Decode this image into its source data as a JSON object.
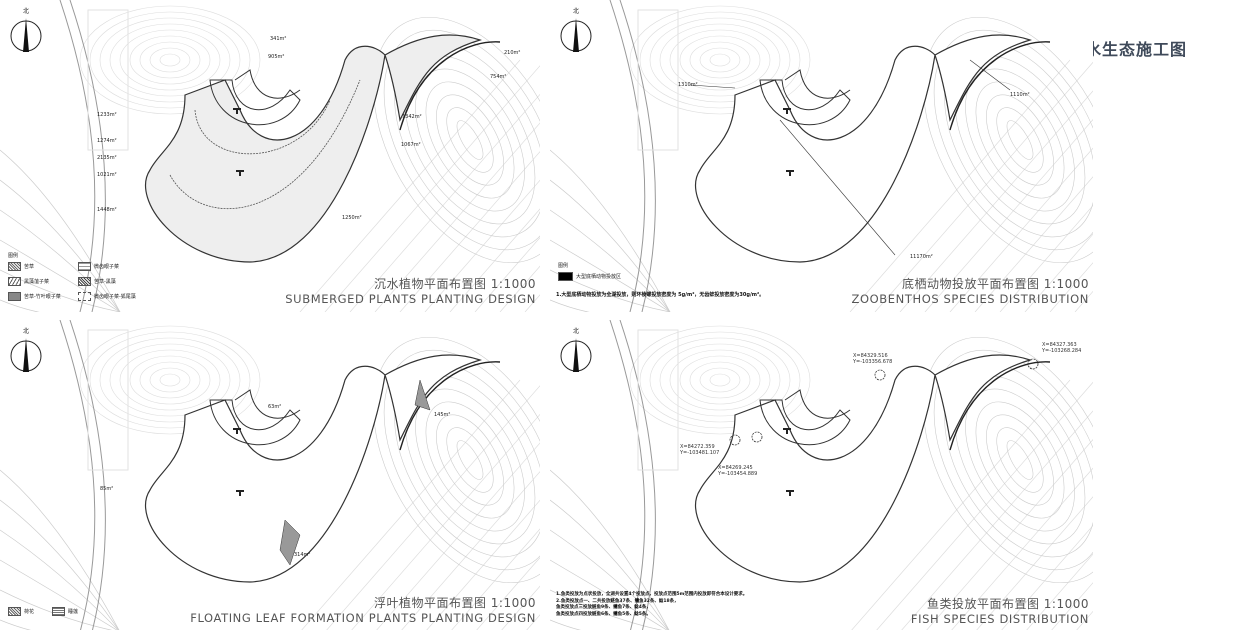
{
  "title": "水生态施工图",
  "north_label": "北",
  "panels": [
    {
      "zh": "沉水植物平面布置图 1:1000",
      "en": "SUBMERGED PLANTS PLANTING DESIGN",
      "legend_title": "图例",
      "legend": [
        "苦草",
        "黑藻菹子菜",
        "苦草-竹叶眼子菜",
        "微齿眼子菜",
        "苦草-黑藻",
        "微齿眼子菜-狐尾藻"
      ],
      "areas": [
        "341m²",
        "905m²",
        "1233m²",
        "1274m²",
        "2135m²",
        "1021m²",
        "1448m²",
        "1342m²",
        "1067m²",
        "1250m²",
        "210m²",
        "754m²"
      ]
    },
    {
      "zh": "底栖动物投放平面布置图 1:1000",
      "en": "ZOOBENTHOS SPECIES DISTRIBUTION",
      "legend_title": "图例",
      "legend": [
        "大型底栖动物投放区"
      ],
      "note": "1.大型底栖动物投放为全湖投放，则环棱螺投放密度为 5g/m²，无齿蚌投放密度为30g/m²。",
      "areas": [
        "1310m²",
        "1110m²",
        "11170m²"
      ]
    },
    {
      "zh": "浮叶植物平面布置图 1:1000",
      "en": "FLOATING LEAF FORMATION PLANTS PLANTING DESIGN",
      "legend": [
        "荷花",
        "睡莲"
      ],
      "areas": [
        "63m²",
        "145m²",
        "85m²",
        "314m²"
      ]
    },
    {
      "zh": "鱼类投放平面布置图 1:1000",
      "en": "FISH SPECIES  DISTRIBUTION",
      "notes": [
        "1.鱼类投放为点状投放，全湖共设置4个投放点，投放点范围5m范围内投放即符合本设计要求。",
        "2.鱼类投放点一、二共投放鲢鱼37条、鳙鱼32条、鲶18条，",
        "  鱼类投放点三投放鲢鱼9条、鳙鱼7条、鲶4条，",
        "  鱼类投放点四投放鲢鱼6条、鳙鱼5条、鲶5条。"
      ],
      "coords": [
        {
          "x": "X=84272.359",
          "y": "Y=-103481.107"
        },
        {
          "x": "X=84269.245",
          "y": "Y=-103454.889"
        },
        {
          "x": "X=84329.516",
          "y": "Y=-103356.678"
        },
        {
          "x": "X=84327.363",
          "y": "Y=-103268.284"
        }
      ]
    }
  ]
}
